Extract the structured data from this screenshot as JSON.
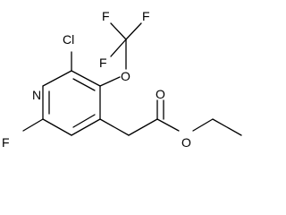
{
  "molecule": {
    "atoms": {
      "F_top_left": "F",
      "F_top_right": "F",
      "F_side": "F",
      "Cl": "Cl",
      "O_ether": "O",
      "N_ring": "N",
      "F_ring": "F",
      "O_carbonyl": "O",
      "O_ester": "O"
    }
  }
}
